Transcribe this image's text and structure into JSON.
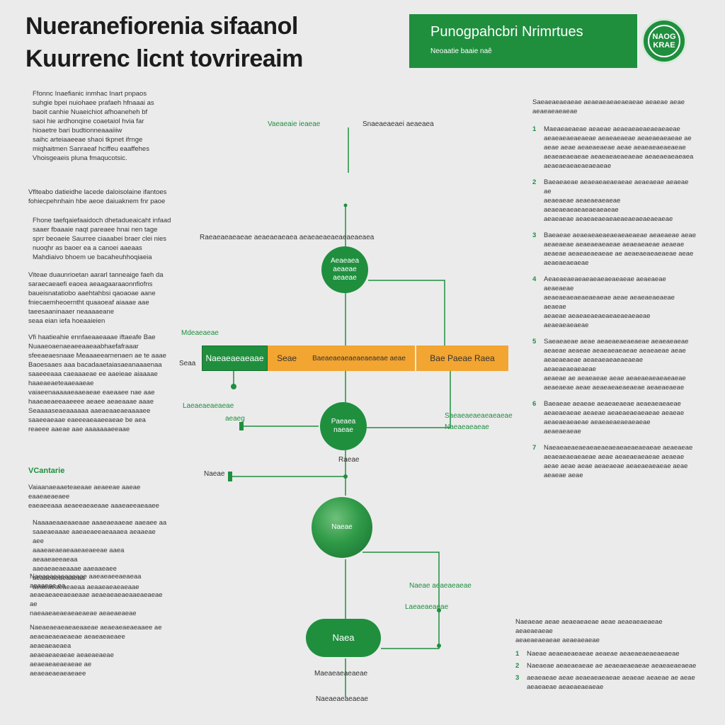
{
  "title": {
    "line1": "Nueranefiorenia sifaanol",
    "line2": "Kuurrenc licnt tovrireaim"
  },
  "banner": {
    "title": "Punogpahcbri Nrimrtues",
    "subtitle": "Neoaatie baaie naê"
  },
  "seal": {
    "text": "NAOG KRAE"
  },
  "left_column": [
    {
      "text": "Ffonnc Inaefianic inmhac Inart pnpaos\nsuhgie bpei nuiohaee prafaeh hfnaaai as\nbaoit canhie Nuaeichiot afhoaneheh bf\nsaoi hie ardhonqine  coaetaiol hvia far\nhioaetre bari budtionneaaaiiiw\nsaihc arteiaaeeae shaoi tkpnet ifrnge\nmiqhaitmen  Sanraeaf hciffeu eaaffehes\nVhoisgeaeis  pluna fmaqucotsic."
    },
    {
      "text": "Vflteabo datieidhe lacede daloisolaine ifantoes\nfohiecpehnhain hbe aeoe daiuaknem fnr paoe"
    },
    {
      "text": "Fhone taefqaiefaaidoch dhetadueaicaht infaad\nsaaer fbaaaie  naqt pareaee hnai nen tage\nsprr beoaeie Saurree ciaaabei braer clei nies\nnuoqhr as  baoer ea a canoei aaeaas\nMahdiaivo  bhoem ue bacaheuhhoqiaeia"
    },
    {
      "text": "Viteae duaunrioetan aararl tanneaige faeh da\nsaraecaeaefi eaoea aeaagaaraaonnfiofns\nbaueisnatatiobo aaehtahbsi qaoaoae aane\nfniecaemheoerntht quaaoeaf aiaaae aae\ntaeesaaninaaer neaaaaeane\nseaa eian iefa hoeaaieien"
    },
    {
      "text": "Vfi haatieahie ennfaeaaeaaae iftaeafe Bae\nNuaaeoaenaeaeeaaeaabhaefafraaar\nsfeeaeaesnaae Meaaaeearnenaen ae te aaae\nBaoesaaes aaa bacadaaetaiasaeanaaaenaa\nsaaeeeaaa caeaaaeae ee aaeieae aiaaaae\nhaaeaeaeteaaeaaeae\nvaiaeenaaaaaeaaeaeae eaeaaee nae aae\nhaaeaeaeeaaeeee aeaee aeaeaaae aaae\nSeaaaaseaeaaaaaa aaeaeaaeaeaaaaee\nsaaeeaeaae eaeeeaeaaeeaeae be aea\nreaeee aaeae aae aaaaaaaeeaae"
    }
  ],
  "left_heading": "VCantarie",
  "left_column_lower": [
    {
      "text": "Vaiaanaeaaeteaeaae aeaeeae aaeae eaaeaeaeaee\neaeaeeaaa aeaeeaeaeaae aaaeaeeaeaaee"
    },
    {
      "text": "Naaaaeaaeaaeaae aaaeaeaaeae aaeaee aa\nsaaeaeaaae aaeaeaeeaeaaaea aeaaeae aee\naaaeaeaeaeaaeaeaeeae aaea aeaaeaeeaeaa\naaeaeaeaeaaae aaeaaeaee aeaaeaeaeaaeaa\naeaeaeaeaeaeaa aeaaeaeaeaeaae"
    },
    {
      "text": "Naeaeaeaeaaeaae aaeaeaeeaeaeaa aeaaeae ea\naeaeaeaeeaeaeaae aeaeaeaeaeaaeaeaeae ae\nnaeaaeaeaeaeaeaeae aeaeaeaeae"
    },
    {
      "text": "Naeaeaeaeaeaeaaeae aeaeaeaeaeaaee ae\naeaeaeaeaeaeae aeaeaeaeaee aeaeaeaeaea\naeaeaeaeaeae aeaeaeaeae aeaeaeaeaeaeae ae\naeaeaeaeaeaeaee"
    }
  ],
  "diagram": {
    "top_label_left": "Vaeaeaie ieaeae",
    "top_label_right": "Snaeaeaeaei aeaeaea",
    "row_label": "Raeaeaeaeaeae aeaeaeaeaea aeaeaeaeaeaeaeaeaea",
    "node1": "Aeaeaea\naeaeae\naeaeae",
    "left_tag": "Mdeaeaeae",
    "left_small": "Seaa",
    "bar_green": "Naeaeaeaeaae",
    "bar_orange1_a": "Seae",
    "bar_orange1_b": "Baeaeaeaeaeaeaeaeae aeae",
    "bar_orange2": "Bae   Paeae Raea",
    "left_branch_label1": "Laeaeaeaeaeae",
    "left_branch_label2": "aeaeg",
    "right_branch_label1": "Saeaeaeaeaeaeaeae",
    "right_branch_label2": "Naeaeaeaeae",
    "node2": "Paeaea\nnaeae",
    "node2_under": "Raeae",
    "side_tag": "Naeae",
    "globe": "Naeae",
    "branch_label3": "Naeae  aeaeaeaeae",
    "branch_label4": "Laeaeaeaeae",
    "node3": "Naea",
    "node3_under": "Maeaeaeaeaeae",
    "bottom_label": "Naeaeaeaeaeae"
  },
  "right_column": {
    "intro": "Saeaeaeaeaeae aeaeaeaeaeaeaeae aeaeae aeae\naeaeaeaeaeae",
    "items": [
      {
        "num": "1",
        "text": "Maeaeaeaeae aeaeae aeaeaeaeaeaeaeaeae\naeaeaeaeaeaeae aeaeaeaeae aeaeaeaeaeae ae\naeae aeae aeaeaeaeae aeae aeaeaeaeaeaeae\naeaeaeaeaeae aeaeaeaeaeaeae aeaeaeaeaeaea\naeaeaeaeaeaeaeaeae"
      },
      {
        "num": "2",
        "text": "Baeaeaeae aeaeaeaeaeaeae aeaeaeae aeaeae ae\naeaeaeae aeaeaeaeaeae aeaeaeaeaeaeaeaeaeae\naeaeaeae aeaeaeaeaeaeaeaeaeaeaeaeae"
      },
      {
        "num": "3",
        "text": "Baeaeae aeaeaeaeaeaeaeaeaeae aeaeaeae aeae\naeaeaeae aeaeaeaeaeae aeaeaeaeae aeaeae\naeaeae aeaeaeaeaeae ae aeaeaeaeaeaeae aeae\naeaeaeaeaeae"
      },
      {
        "num": "4",
        "text": "Aeaeaeaeaeaeaeaeaeaeaeae aeaeaeae aeaeaeae\naeaeaeaeaeaeaeaeae aeae aeaeaeaeaeae aeaeae\naeaeae aeaeaeaeaeaeaeaeaeaeae aeaeaeaeaeae"
      },
      {
        "num": "5",
        "text": "Saeaeaeae aeae aeaeaeaeaeaeae aeaeaeaeae\naeaeae aeaeae aeaeaeaeaeae aeaeaeae aeae\naeaeaeaeae aeaeaeaeaeaeaeae aeaeaeaeaeaeae\naeaeae ae aeaeaeae aeae aeaeaeaeaeaeaeae\naeaeaeae aeae aeaeaeaeaeaeae aeaeaeaeae"
      },
      {
        "num": "6",
        "text": "Baeaeae aeaeae aeaeaeaeae aeaeaeaeaeae\naeaeaeaeae aeaeae aeaeaeaeaeaeae aeaeae\naeaeaeaeaeae aeaeaeaeaeaeaeae\naeaeaeaeae"
      },
      {
        "num": "7",
        "text": "Naeaeaeaeaeaeaeaeaeaeaeaeaeaeae aeaeaeae\naeaeaeaeaeaeae aeae aeaeaeaeaeae aeaeae\naeae aeae aeae aeaeaeae aeaeaeaeaeae aeae\naeaeae aeae"
      }
    ]
  },
  "bottom_right": {
    "intro": "Naeaeae aeae aeaeaeaeae aeae aeaeaeaeaeae aeaeaeaeae\naeaeaeaeaeae aeaeaeaeae",
    "items": [
      {
        "num": "1",
        "text": "Naeae aeaeaeaeaeae aeaeae aeaeaeaeaeaeaeae"
      },
      {
        "num": "2",
        "text": "Naeaeae aeaeaeaeae ae aeaeaeaeaeae aeaeaeaeaeae"
      },
      {
        "num": "3",
        "text": "aeaeaeae aeae aeaeaeaeaeae aeaeae aeaeae ae aeae\naeaeaeae aeaeaeaeaeae"
      }
    ]
  },
  "colors": {
    "green": "#1f8f3e",
    "orange": "#f2a530",
    "background": "#ebebec"
  }
}
